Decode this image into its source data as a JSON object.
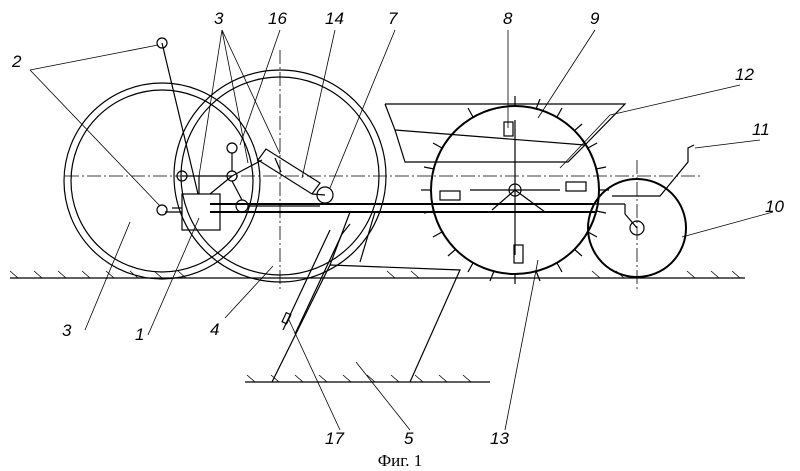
{
  "caption": "Фиг. 1",
  "labels": {
    "l2": "2",
    "l3a": "3",
    "l16": "16",
    "l14": "14",
    "l7": "7",
    "l8": "8",
    "l9": "9",
    "l12": "12",
    "l11": "11",
    "l10": "10",
    "l3b": "3",
    "l1": "1",
    "l4": "4",
    "l17": "17",
    "l5": "5",
    "l13": "13"
  }
}
